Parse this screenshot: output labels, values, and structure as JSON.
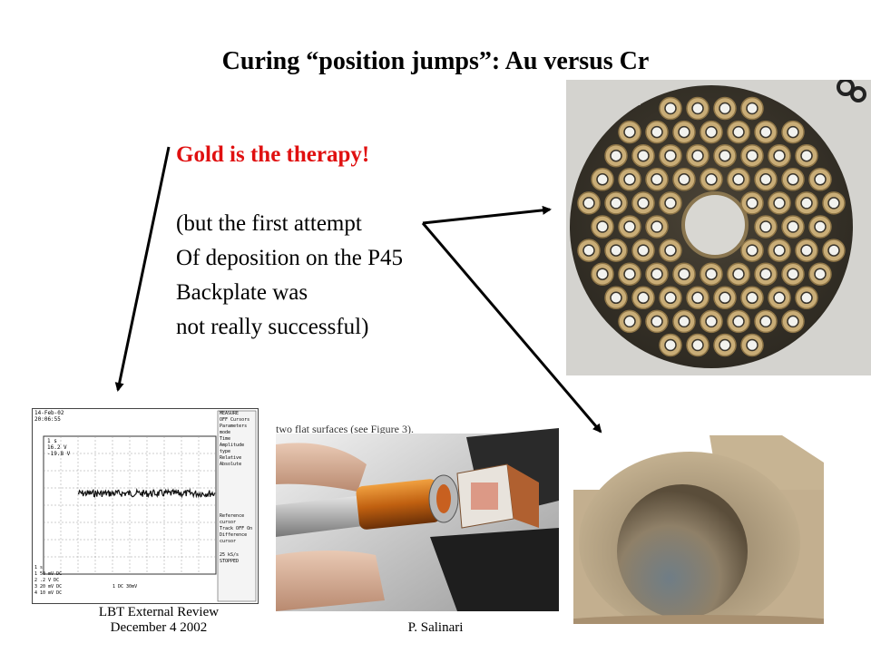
{
  "slide": {
    "title": "Curing “position jumps”: Au versus Cr",
    "highlight": "Gold is the therapy!",
    "lines": [
      "(but the first attempt",
      "Of deposition on the P45",
      "Backplate was",
      "not really successful)"
    ]
  },
  "footer": {
    "left_line1": "LBT External Review",
    "left_line2": "December 4 2002",
    "center_line1": "P. Salinari"
  },
  "scope": {
    "date": "14-Feb-02",
    "time": "20:06:55",
    "cursor_readout": [
      "1 s",
      "16.2 V",
      "-19.8 V"
    ],
    "menu_header": "MEASURE",
    "menu_items": [
      "OFF Cursors",
      "Parameters",
      "mode",
      "Time",
      "Amplitude",
      "type",
      "Relative",
      "Absolute",
      "Reference cursor",
      "Track OFF On",
      "Difference cursor"
    ],
    "time_div": "1 s",
    "channels": [
      "1 50 mV DC",
      "2 .2 V DC",
      "3 20 mV DC",
      "4 10 mV DC"
    ],
    "trigger": "1 DC 30mV",
    "sample_rate": "25 kS/s",
    "status": "STOPPED"
  },
  "caption_snippet": "two flat surfaces (see Figure 3)."
}
